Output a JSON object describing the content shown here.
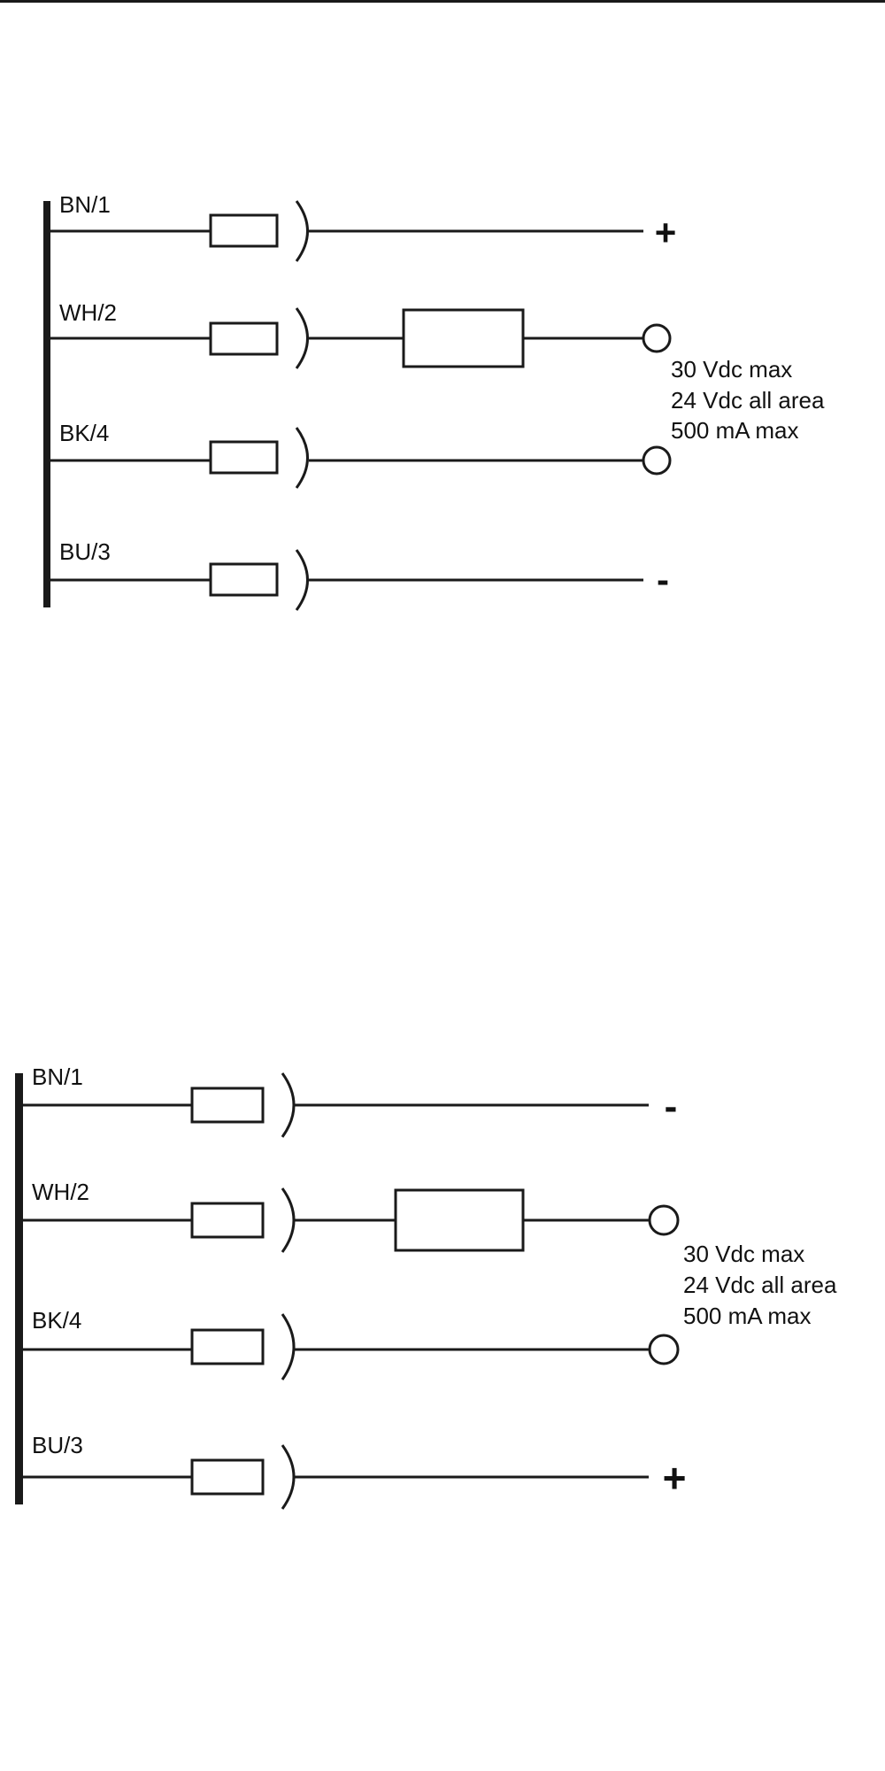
{
  "colors": {
    "line": "#1a1a1a",
    "background": "#ffffff"
  },
  "diagrams": [
    {
      "id": "top",
      "wires": [
        {
          "label": "BN/1",
          "terminal": "plus",
          "symbol": "+",
          "has_load": false
        },
        {
          "label": "WH/2",
          "terminal": "circle",
          "symbol": "",
          "has_load": true
        },
        {
          "label": "BK/4",
          "terminal": "circle",
          "symbol": "",
          "has_load": false
        },
        {
          "label": "BU/3",
          "terminal": "minus",
          "symbol": "-",
          "has_load": false
        }
      ],
      "specs": [
        "30 Vdc max",
        "24 Vdc all area",
        "500 mA max"
      ]
    },
    {
      "id": "bottom",
      "wires": [
        {
          "label": "BN/1",
          "terminal": "minus",
          "symbol": "-",
          "has_load": false
        },
        {
          "label": "WH/2",
          "terminal": "circle",
          "symbol": "",
          "has_load": true
        },
        {
          "label": "BK/4",
          "terminal": "circle",
          "symbol": "",
          "has_load": false
        },
        {
          "label": "BU/3",
          "terminal": "plus",
          "symbol": "+",
          "has_load": false
        }
      ],
      "specs": [
        "30 Vdc max",
        "24 Vdc all area",
        "500 mA max"
      ]
    }
  ]
}
